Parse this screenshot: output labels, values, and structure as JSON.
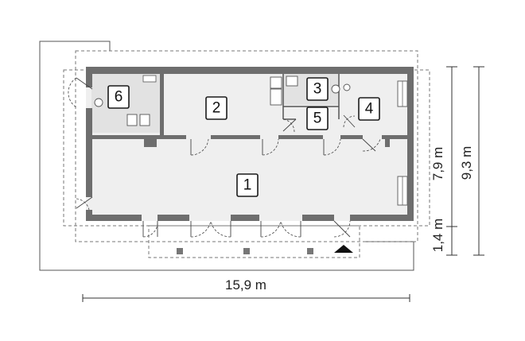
{
  "rooms": [
    {
      "id": "room-1",
      "number": "1"
    },
    {
      "id": "room-2",
      "number": "2"
    },
    {
      "id": "room-3",
      "number": "3"
    },
    {
      "id": "room-4",
      "number": "4"
    },
    {
      "id": "room-5",
      "number": "5"
    },
    {
      "id": "room-6",
      "number": "6"
    }
  ],
  "dimensions": {
    "width_total": "15,9 m",
    "depth_main": "7,9 m",
    "depth_terrace": "1,4 m",
    "depth_total": "9,3 m"
  },
  "colors": {
    "wall": "#6e6e6e",
    "floor": "#efefef",
    "tile_floor": "#e2e2e2",
    "background": "#ffffff"
  },
  "icons": [
    "north-arrow-icon",
    "door-swing-icon",
    "toilet-icon",
    "sink-icon"
  ]
}
